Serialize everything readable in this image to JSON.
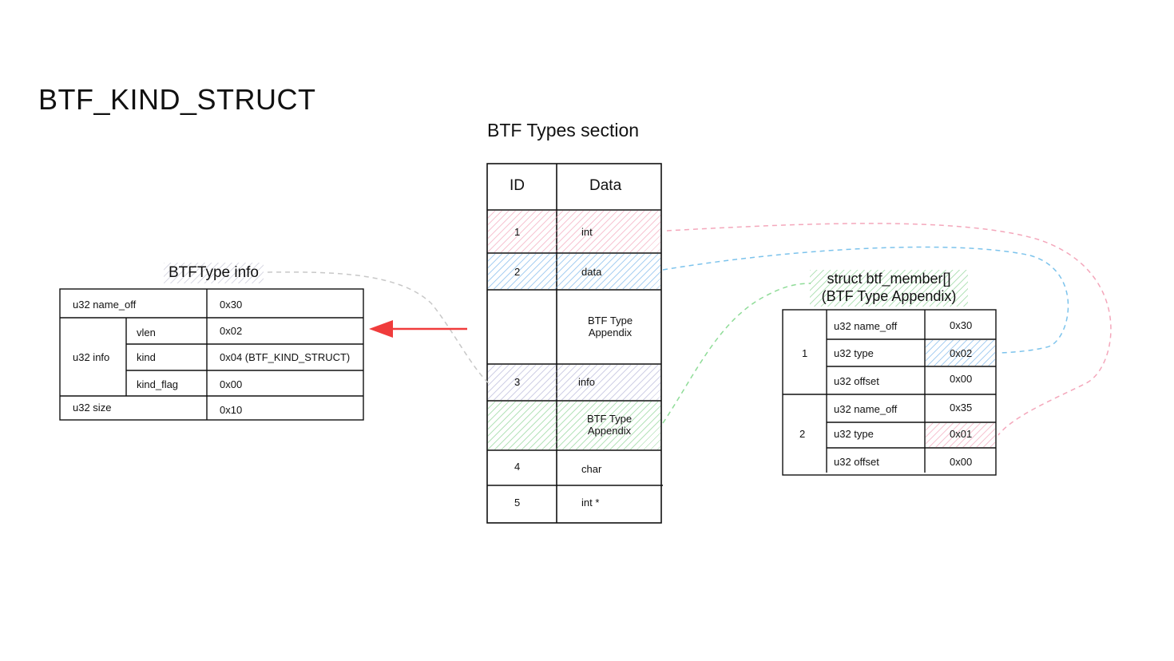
{
  "title": "BTF_KIND_STRUCT",
  "types_section": {
    "title": "BTF Types section",
    "header": {
      "id": "ID",
      "data": "Data"
    },
    "rows": [
      {
        "id": "1",
        "data": "int"
      },
      {
        "id": "2",
        "data": "data"
      },
      {
        "id": "",
        "data": "BTF Type Appendix"
      },
      {
        "id": "3",
        "data": "info"
      },
      {
        "id": "",
        "data": "BTF Type Appendix"
      },
      {
        "id": "4",
        "data": "char"
      },
      {
        "id": "5",
        "data": "int *"
      }
    ]
  },
  "btftype_info": {
    "label": "BTFType info",
    "name_off": {
      "field": "u32 name_off",
      "value": "0x30"
    },
    "info": {
      "field": "u32 info",
      "subfields": [
        {
          "name": "vlen",
          "value": "0x02"
        },
        {
          "name": "kind",
          "value": "0x04 (BTF_KIND_STRUCT)"
        },
        {
          "name": "kind_flag",
          "value": "0x00"
        }
      ]
    },
    "size": {
      "field": "u32 size",
      "value": "0x10"
    }
  },
  "btf_member": {
    "label_line1": "struct btf_member[]",
    "label_line2": "(BTF Type Appendix)",
    "members": [
      {
        "index": "1",
        "fields": [
          {
            "name": "u32 name_off",
            "value": "0x30"
          },
          {
            "name": "u32 type",
            "value": "0x02"
          },
          {
            "name": "u32 offset",
            "value": "0x00"
          }
        ]
      },
      {
        "index": "2",
        "fields": [
          {
            "name": "u32 name_off",
            "value": "0x35"
          },
          {
            "name": "u32 type",
            "value": "0x01"
          },
          {
            "name": "u32 offset",
            "value": "0x00"
          }
        ]
      }
    ]
  },
  "colors": {
    "pink": "#f4a7bb",
    "blue": "#7cc3ec",
    "green": "#8fdc98",
    "gray": "#c8c8c8",
    "arrow": "#f03c3c"
  }
}
